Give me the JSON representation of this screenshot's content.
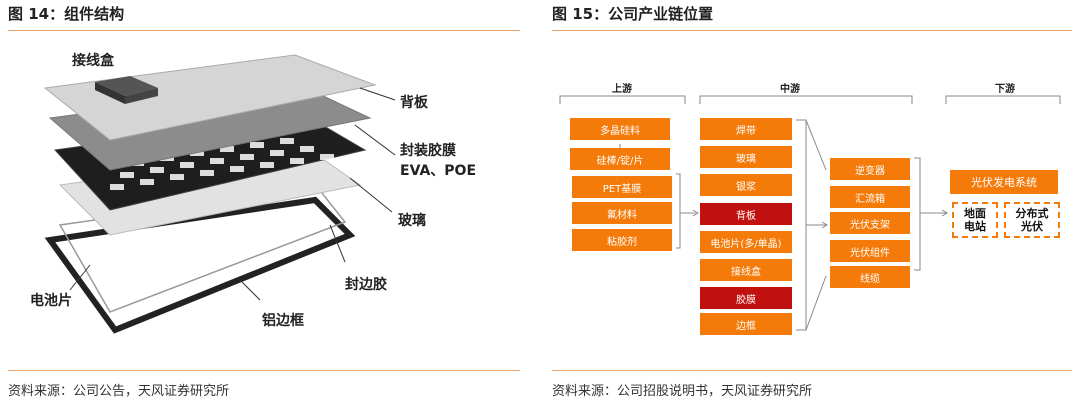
{
  "left": {
    "title": "图 14：组件结构",
    "source": "资料来源：公司公告，天风证券研究所",
    "labels": {
      "junction_box": "接线盒",
      "backsheet": "背板",
      "encapsulant": "封装胶膜",
      "encapsulant_types": "EVA、POE",
      "glass": "玻璃",
      "cell": "电池片",
      "edge_seal": "封边胶",
      "frame": "铝边框"
    }
  },
  "right": {
    "title": "图 15：公司产业链位置",
    "source": "资料来源：公司招股说明书，天风证券研究所",
    "stages": {
      "upstream": "上游",
      "midstream": "中游",
      "downstream": "下游"
    },
    "upstream_items": [
      "多晶硅料",
      "硅棒/锭/片",
      "PET基膜",
      "氟材料",
      "粘胶剂"
    ],
    "midstream_items": [
      "焊带",
      "玻璃",
      "银浆",
      "背板",
      "电池片(多/单晶)",
      "接线盒",
      "胶膜",
      "边框"
    ],
    "midstream_right": [
      "逆变器",
      "汇流箱",
      "光伏支架",
      "光伏组件",
      "线缆"
    ],
    "downstream_main": "光伏发电系统",
    "downstream_types": [
      "地面\n电站",
      "分布式\n光伏"
    ]
  },
  "colors": {
    "orange": "#f47b0a",
    "red": "#c01010",
    "rule": "#f3a56b"
  }
}
